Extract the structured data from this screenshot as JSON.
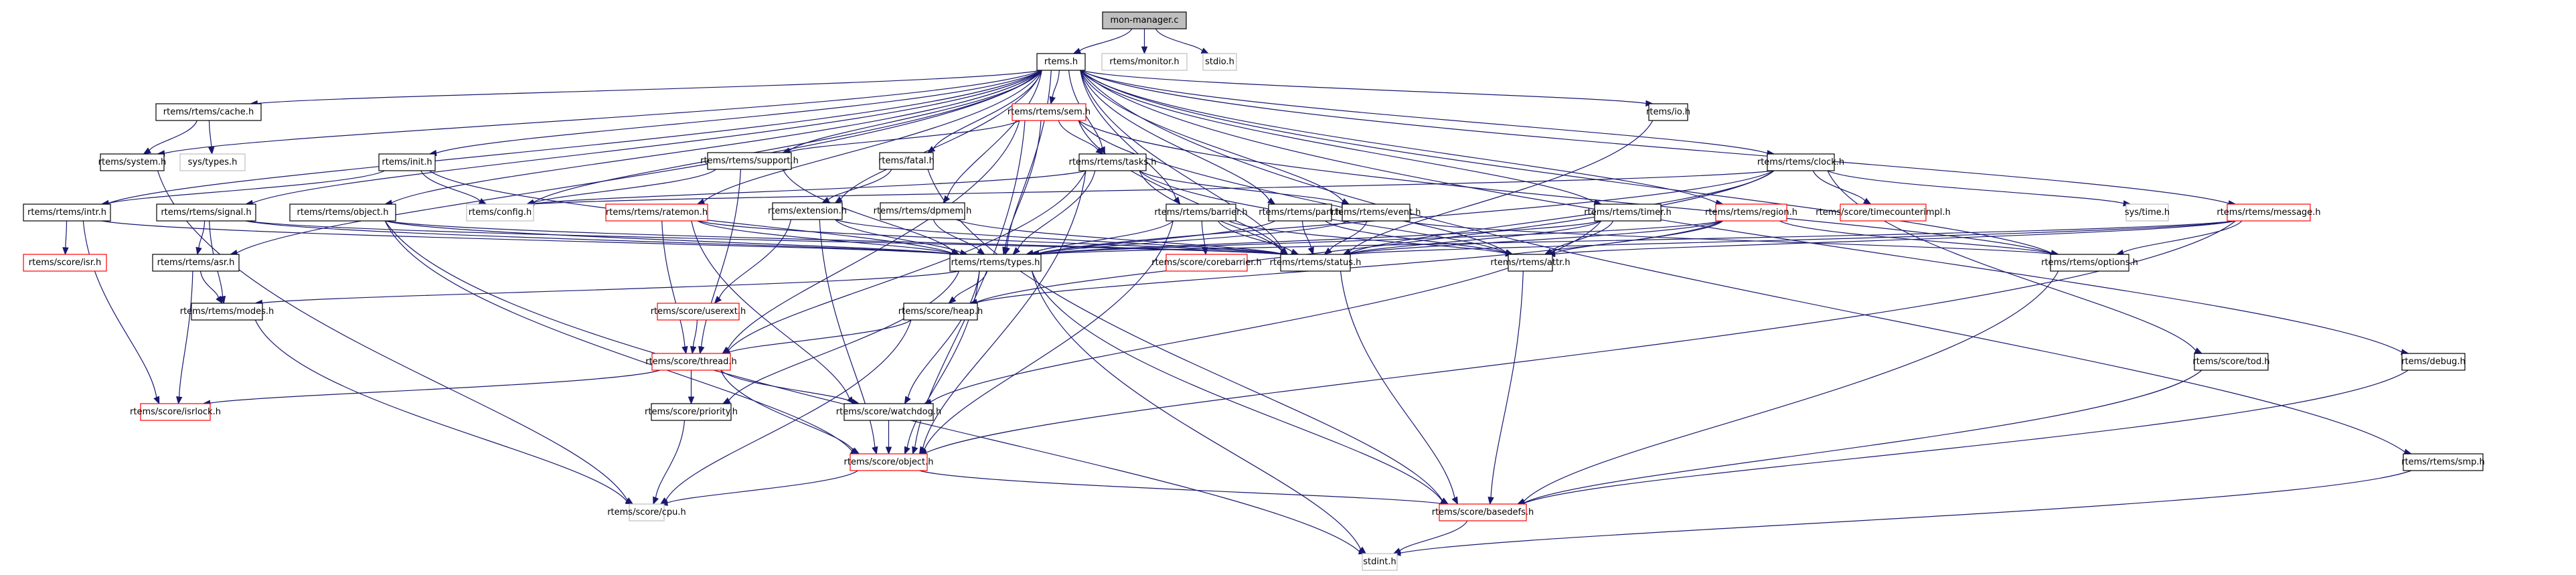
{
  "diagram": {
    "title": "mon-manager.c",
    "edge_color": "#191970",
    "legend": {
      "root_fill": "#bfbfbf",
      "normal_border": "#000000",
      "external_border": "#bfbfbf",
      "incomplete_border": "#ff0000"
    },
    "nodes": [
      {
        "id": "mon_manager_c",
        "label": "mon-manager.c",
        "kind": "root"
      },
      {
        "id": "rtems_h",
        "label": "rtems.h",
        "kind": "normal"
      },
      {
        "id": "monitor_h",
        "label": "rtems/monitor.h",
        "kind": "external"
      },
      {
        "id": "stdio_h",
        "label": "stdio.h",
        "kind": "external"
      },
      {
        "id": "cache_h",
        "label": "rtems/rtems/cache.h",
        "kind": "normal"
      },
      {
        "id": "system_h",
        "label": "rtems/system.h",
        "kind": "normal"
      },
      {
        "id": "sys_types_h",
        "label": "sys/types.h",
        "kind": "external"
      },
      {
        "id": "init_h",
        "label": "rtems/init.h",
        "kind": "normal"
      },
      {
        "id": "sem_h",
        "label": "rtems/rtems/sem.h",
        "kind": "incomplete"
      },
      {
        "id": "support_h",
        "label": "rtems/rtems/support.h",
        "kind": "normal"
      },
      {
        "id": "fatal_h",
        "label": "rtems/fatal.h",
        "kind": "normal"
      },
      {
        "id": "tasks_h",
        "label": "rtems/rtems/tasks.h",
        "kind": "normal"
      },
      {
        "id": "io_h",
        "label": "rtems/io.h",
        "kind": "normal"
      },
      {
        "id": "clock_h",
        "label": "rtems/rtems/clock.h",
        "kind": "normal"
      },
      {
        "id": "intr_h",
        "label": "rtems/rtems/intr.h",
        "kind": "normal"
      },
      {
        "id": "signal_h",
        "label": "rtems/rtems/signal.h",
        "kind": "normal"
      },
      {
        "id": "object_h",
        "label": "rtems/rtems/object.h",
        "kind": "normal"
      },
      {
        "id": "config_h",
        "label": "rtems/config.h",
        "kind": "external"
      },
      {
        "id": "ratemon_h",
        "label": "rtems/rtems/ratemon.h",
        "kind": "incomplete"
      },
      {
        "id": "extension_h",
        "label": "rtems/extension.h",
        "kind": "normal"
      },
      {
        "id": "dpmem_h",
        "label": "rtems/rtems/dpmem.h",
        "kind": "normal"
      },
      {
        "id": "barrier_h",
        "label": "rtems/rtems/barrier.h",
        "kind": "normal"
      },
      {
        "id": "part_h",
        "label": "rtems/rtems/part.h",
        "kind": "normal"
      },
      {
        "id": "event_h",
        "label": "rtems/rtems/event.h",
        "kind": "normal"
      },
      {
        "id": "timer_h",
        "label": "rtems/rtems/timer.h",
        "kind": "normal"
      },
      {
        "id": "region_h",
        "label": "rtems/rtems/region.h",
        "kind": "incomplete"
      },
      {
        "id": "timecounterimpl_h",
        "label": "rtems/score/timecounterimpl.h",
        "kind": "incomplete"
      },
      {
        "id": "sys_time_h",
        "label": "sys/time.h",
        "kind": "external"
      },
      {
        "id": "message_h",
        "label": "rtems/rtems/message.h",
        "kind": "incomplete"
      },
      {
        "id": "isr_h",
        "label": "rtems/score/isr.h",
        "kind": "incomplete"
      },
      {
        "id": "asr_h",
        "label": "rtems/rtems/asr.h",
        "kind": "normal"
      },
      {
        "id": "types_h",
        "label": "rtems/rtems/types.h",
        "kind": "normal"
      },
      {
        "id": "corebarrier_h",
        "label": "rtems/score/corebarrier.h",
        "kind": "incomplete"
      },
      {
        "id": "status_h",
        "label": "rtems/rtems/status.h",
        "kind": "normal"
      },
      {
        "id": "attr_h",
        "label": "rtems/rtems/attr.h",
        "kind": "normal"
      },
      {
        "id": "options_h",
        "label": "rtems/rtems/options.h",
        "kind": "normal"
      },
      {
        "id": "modes_h",
        "label": "rtems/rtems/modes.h",
        "kind": "normal"
      },
      {
        "id": "userext_h",
        "label": "rtems/score/userext.h",
        "kind": "incomplete"
      },
      {
        "id": "heap_h",
        "label": "rtems/score/heap.h",
        "kind": "normal"
      },
      {
        "id": "thread_h",
        "label": "rtems/score/thread.h",
        "kind": "incomplete"
      },
      {
        "id": "isrlock_h",
        "label": "rtems/score/isrlock.h",
        "kind": "incomplete"
      },
      {
        "id": "priority_h",
        "label": "rtems/score/priority.h",
        "kind": "normal"
      },
      {
        "id": "watchdog_h",
        "label": "rtems/score/watchdog.h",
        "kind": "normal"
      },
      {
        "id": "score_object_h",
        "label": "rtems/score/object.h",
        "kind": "incomplete"
      },
      {
        "id": "tod_h",
        "label": "rtems/score/tod.h",
        "kind": "normal"
      },
      {
        "id": "debug_h",
        "label": "rtems/debug.h",
        "kind": "normal"
      },
      {
        "id": "smp_h",
        "label": "rtems/rtems/smp.h",
        "kind": "normal"
      },
      {
        "id": "cpu_h",
        "label": "rtems/score/cpu.h",
        "kind": "external"
      },
      {
        "id": "basedefs_h",
        "label": "rtems/score/basedefs.h",
        "kind": "incomplete"
      },
      {
        "id": "stdint_h",
        "label": "stdint.h",
        "kind": "external"
      }
    ],
    "edges": [
      [
        "mon_manager_c",
        "rtems_h"
      ],
      [
        "mon_manager_c",
        "monitor_h"
      ],
      [
        "mon_manager_c",
        "stdio_h"
      ],
      [
        "rtems_h",
        "cache_h"
      ],
      [
        "rtems_h",
        "system_h"
      ],
      [
        "rtems_h",
        "init_h"
      ],
      [
        "rtems_h",
        "sem_h"
      ],
      [
        "rtems_h",
        "support_h"
      ],
      [
        "rtems_h",
        "fatal_h"
      ],
      [
        "rtems_h",
        "tasks_h"
      ],
      [
        "rtems_h",
        "io_h"
      ],
      [
        "rtems_h",
        "clock_h"
      ],
      [
        "rtems_h",
        "intr_h"
      ],
      [
        "rtems_h",
        "signal_h"
      ],
      [
        "rtems_h",
        "object_h"
      ],
      [
        "rtems_h",
        "config_h"
      ],
      [
        "rtems_h",
        "ratemon_h"
      ],
      [
        "rtems_h",
        "extension_h"
      ],
      [
        "rtems_h",
        "dpmem_h"
      ],
      [
        "rtems_h",
        "barrier_h"
      ],
      [
        "rtems_h",
        "part_h"
      ],
      [
        "rtems_h",
        "event_h"
      ],
      [
        "rtems_h",
        "timer_h"
      ],
      [
        "rtems_h",
        "region_h"
      ],
      [
        "rtems_h",
        "message_h"
      ],
      [
        "rtems_h",
        "types_h"
      ],
      [
        "rtems_h",
        "status_h"
      ],
      [
        "rtems_h",
        "options_h"
      ],
      [
        "rtems_h",
        "debug_h"
      ],
      [
        "rtems_h",
        "smp_h"
      ],
      [
        "rtems_h",
        "asr_h"
      ],
      [
        "cache_h",
        "system_h"
      ],
      [
        "cache_h",
        "sys_types_h"
      ],
      [
        "system_h",
        "cpu_h"
      ],
      [
        "init_h",
        "config_h"
      ],
      [
        "init_h",
        "types_h"
      ],
      [
        "init_h",
        "intr_h"
      ],
      [
        "sem_h",
        "support_h"
      ],
      [
        "sem_h",
        "tasks_h"
      ],
      [
        "sem_h",
        "types_h"
      ],
      [
        "sem_h",
        "status_h"
      ],
      [
        "sem_h",
        "attr_h"
      ],
      [
        "sem_h",
        "options_h"
      ],
      [
        "sem_h",
        "thread_h"
      ],
      [
        "sem_h",
        "score_object_h"
      ],
      [
        "support_h",
        "config_h"
      ],
      [
        "support_h",
        "types_h"
      ],
      [
        "support_h",
        "thread_h"
      ],
      [
        "fatal_h",
        "extension_h"
      ],
      [
        "fatal_h",
        "basedefs_h"
      ],
      [
        "tasks_h",
        "types_h"
      ],
      [
        "tasks_h",
        "status_h"
      ],
      [
        "tasks_h",
        "attr_h"
      ],
      [
        "tasks_h",
        "event_h"
      ],
      [
        "tasks_h",
        "config_h"
      ],
      [
        "tasks_h",
        "score_object_h"
      ],
      [
        "tasks_h",
        "thread_h"
      ],
      [
        "io_h",
        "status_h"
      ],
      [
        "clock_h",
        "types_h"
      ],
      [
        "clock_h",
        "status_h"
      ],
      [
        "clock_h",
        "timecounterimpl_h"
      ],
      [
        "clock_h",
        "sys_time_h"
      ],
      [
        "clock_h",
        "tod_h"
      ],
      [
        "clock_h",
        "config_h"
      ],
      [
        "clock_h",
        "heap_h"
      ],
      [
        "intr_h",
        "isr_h"
      ],
      [
        "intr_h",
        "isrlock_h"
      ],
      [
        "intr_h",
        "types_h"
      ],
      [
        "signal_h",
        "asr_h"
      ],
      [
        "signal_h",
        "modes_h"
      ],
      [
        "signal_h",
        "types_h"
      ],
      [
        "signal_h",
        "status_h"
      ],
      [
        "object_h",
        "types_h"
      ],
      [
        "object_h",
        "status_h"
      ],
      [
        "object_h",
        "score_object_h"
      ],
      [
        "object_h",
        "stdint_h"
      ],
      [
        "ratemon_h",
        "types_h"
      ],
      [
        "ratemon_h",
        "status_h"
      ],
      [
        "ratemon_h",
        "thread_h"
      ],
      [
        "ratemon_h",
        "watchdog_h"
      ],
      [
        "extension_h",
        "types_h"
      ],
      [
        "extension_h",
        "status_h"
      ],
      [
        "extension_h",
        "userext_h"
      ],
      [
        "extension_h",
        "score_object_h"
      ],
      [
        "dpmem_h",
        "types_h"
      ],
      [
        "dpmem_h",
        "status_h"
      ],
      [
        "barrier_h",
        "types_h"
      ],
      [
        "barrier_h",
        "status_h"
      ],
      [
        "barrier_h",
        "attr_h"
      ],
      [
        "barrier_h",
        "corebarrier_h"
      ],
      [
        "barrier_h",
        "score_object_h"
      ],
      [
        "part_h",
        "types_h"
      ],
      [
        "part_h",
        "status_h"
      ],
      [
        "part_h",
        "attr_h"
      ],
      [
        "event_h",
        "types_h"
      ],
      [
        "event_h",
        "status_h"
      ],
      [
        "event_h",
        "options_h"
      ],
      [
        "timer_h",
        "types_h"
      ],
      [
        "timer_h",
        "status_h"
      ],
      [
        "timer_h",
        "attr_h"
      ],
      [
        "timer_h",
        "watchdog_h"
      ],
      [
        "region_h",
        "types_h"
      ],
      [
        "region_h",
        "status_h"
      ],
      [
        "region_h",
        "attr_h"
      ],
      [
        "region_h",
        "options_h"
      ],
      [
        "region_h",
        "heap_h"
      ],
      [
        "message_h",
        "types_h"
      ],
      [
        "message_h",
        "status_h"
      ],
      [
        "message_h",
        "attr_h"
      ],
      [
        "message_h",
        "options_h"
      ],
      [
        "message_h",
        "score_object_h"
      ],
      [
        "asr_h",
        "modes_h"
      ],
      [
        "asr_h",
        "isrlock_h"
      ],
      [
        "types_h",
        "modes_h"
      ],
      [
        "types_h",
        "heap_h"
      ],
      [
        "types_h",
        "priority_h"
      ],
      [
        "types_h",
        "watchdog_h"
      ],
      [
        "types_h",
        "score_object_h"
      ],
      [
        "types_h",
        "stdint_h"
      ],
      [
        "types_h",
        "basedefs_h"
      ],
      [
        "status_h",
        "basedefs_h"
      ],
      [
        "attr_h",
        "basedefs_h"
      ],
      [
        "options_h",
        "basedefs_h"
      ],
      [
        "modes_h",
        "cpu_h"
      ],
      [
        "userext_h",
        "thread_h"
      ],
      [
        "heap_h",
        "thread_h"
      ],
      [
        "heap_h",
        "cpu_h"
      ],
      [
        "thread_h",
        "isrlock_h"
      ],
      [
        "thread_h",
        "priority_h"
      ],
      [
        "thread_h",
        "watchdog_h"
      ],
      [
        "thread_h",
        "score_object_h"
      ],
      [
        "priority_h",
        "cpu_h"
      ],
      [
        "watchdog_h",
        "score_object_h"
      ],
      [
        "score_object_h",
        "cpu_h"
      ],
      [
        "score_object_h",
        "basedefs_h"
      ],
      [
        "tod_h",
        "basedefs_h"
      ],
      [
        "debug_h",
        "basedefs_h"
      ],
      [
        "smp_h",
        "stdint_h"
      ],
      [
        "basedefs_h",
        "stdint_h"
      ]
    ]
  }
}
